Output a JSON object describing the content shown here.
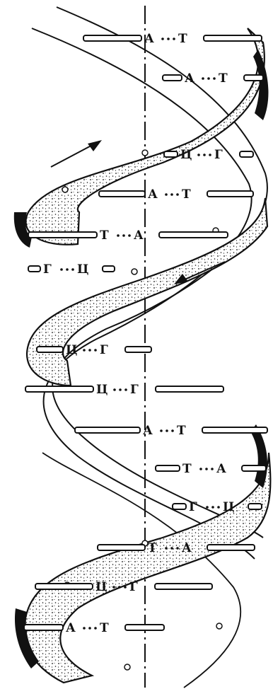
{
  "colors": {
    "ink": "#111111",
    "paper": "#ffffff"
  },
  "pairs": [
    {
      "left": "А",
      "right": "Т"
    },
    {
      "left": "А",
      "right": "Т"
    },
    {
      "left": "Ц",
      "right": "Г"
    },
    {
      "left": "А",
      "right": "Т"
    },
    {
      "left": "Т",
      "right": "А"
    },
    {
      "left": "Г",
      "right": "Ц"
    },
    {
      "left": "Ц",
      "right": "Г"
    },
    {
      "left": "Ц",
      "right": "Г"
    },
    {
      "left": "А",
      "right": "Т"
    },
    {
      "left": "Т",
      "right": "А"
    },
    {
      "left": "Г",
      "right": "Ц"
    },
    {
      "left": "Т",
      "right": "А"
    },
    {
      "left": "Ц",
      "right": "Г"
    },
    {
      "left": "А",
      "right": "Т"
    }
  ],
  "icons": [
    "arrow-up-right-icon",
    "arrow-down-left-icon"
  ]
}
